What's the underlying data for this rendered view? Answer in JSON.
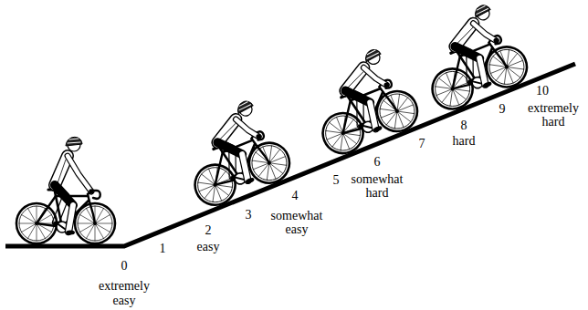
{
  "diagram": {
    "labels": [
      "0",
      "extremely easy",
      "1",
      "2",
      "easy",
      "3",
      "4",
      "somewhat easy",
      "5",
      "6",
      "somewhat hard",
      "7",
      "8",
      "hard",
      "9",
      "10",
      "extremely hard"
    ]
  }
}
